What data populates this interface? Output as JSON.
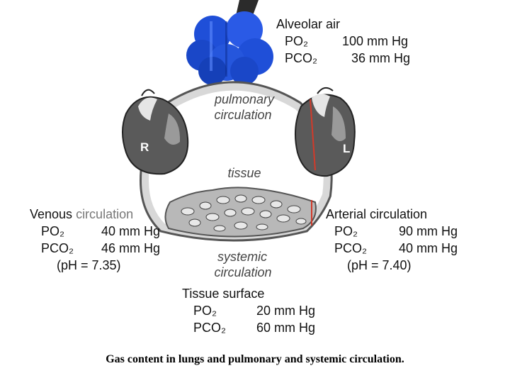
{
  "alveolar": {
    "heading": "Alveolar air",
    "po2_label": "PO₂",
    "po2_value": "100 mm Hg",
    "pco2_label": "PCO₂",
    "pco2_value": "36 mm Hg"
  },
  "pulmonary": {
    "line1": "pulmonary",
    "line2": "circulation"
  },
  "heart_right": {
    "letter": "R"
  },
  "heart_left": {
    "letter": "L"
  },
  "tissue_label": "tissue",
  "venous": {
    "heading_part1": "Venous ",
    "heading_part2": "circulation",
    "po2_label": "PO₂",
    "po2_value": "40 mm Hg",
    "pco2_label": "PCO₂",
    "pco2_value": "46 mm Hg",
    "ph": "(pH = 7.35)"
  },
  "arterial": {
    "heading": "Arterial circulation",
    "po2_label": "PO₂",
    "po2_value": "90 mm Hg",
    "pco2_label": "PCO₂",
    "pco2_value": "40 mm Hg",
    "ph": "(pH = 7.40)"
  },
  "systemic": {
    "line1": "systemic",
    "line2": "circulation"
  },
  "tissue_surface": {
    "heading": "Tissue surface",
    "po2_label": "PO₂",
    "po2_value": "20 mm Hg",
    "pco2_label": "PCO₂",
    "pco2_value": "60 mm Hg"
  },
  "caption": "Gas content in lungs and pulmonary and systemic circulation.",
  "colors": {
    "lung": "#1f4fd8",
    "lung_dark": "#0b2a8c",
    "vessel": "#d8d8d8",
    "vessel_stroke": "#555555",
    "heart": "#6a6a6a",
    "heart_light": "#e6e6e6",
    "tissue": "#9a9a9a",
    "artery_red": "#d23a2a"
  }
}
